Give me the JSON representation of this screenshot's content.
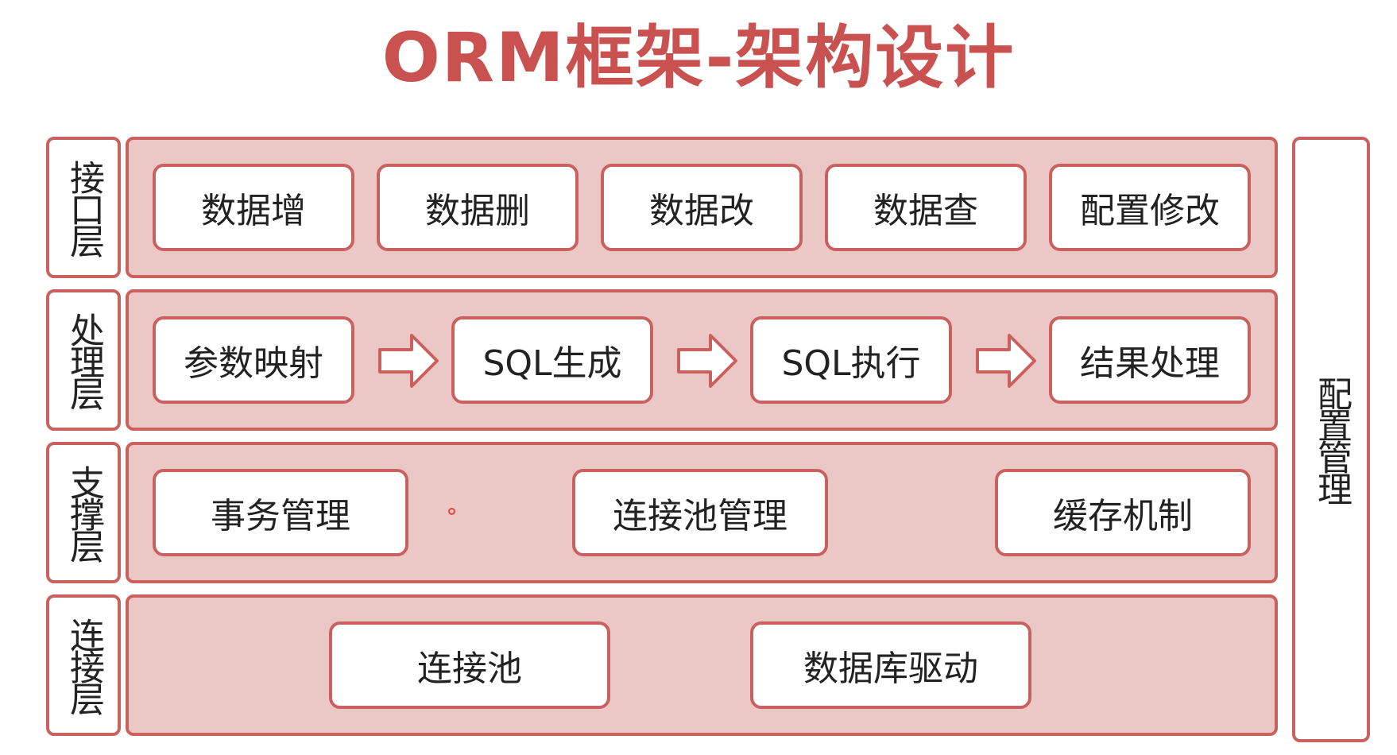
{
  "title": "ORM框架-架构设计",
  "layers": {
    "interface": {
      "label": "接口层",
      "items": [
        "数据增",
        "数据删",
        "数据改",
        "数据查",
        "配置修改"
      ]
    },
    "processing": {
      "label": "处理层",
      "items": [
        "参数映射",
        "SQL生成",
        "SQL执行",
        "结果处理"
      ]
    },
    "support": {
      "label": "支撑层",
      "items": [
        "事务管理",
        "连接池管理",
        "缓存机制"
      ]
    },
    "connection": {
      "label": "连接层",
      "items": [
        "连接池",
        "数据库驱动"
      ]
    }
  },
  "config_panel": {
    "label": "配置管理"
  },
  "colors": {
    "accent": "#c9514f",
    "border": "#c9625f",
    "band_fill": "#ebc7c6",
    "box_fill": "#ffffff"
  }
}
